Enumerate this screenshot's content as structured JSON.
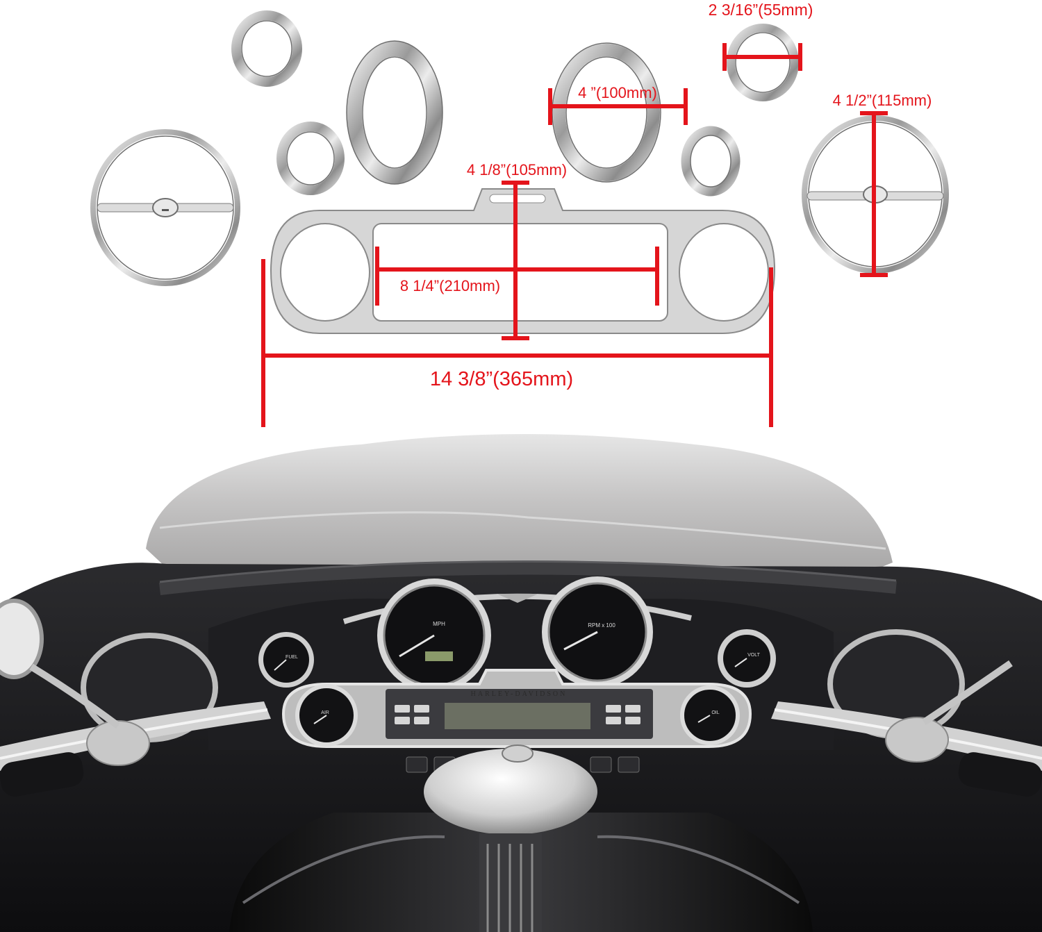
{
  "colors": {
    "dimension_red": "#e4141b",
    "chrome": "#c9c9c9",
    "fairing_dark": "#1c1c1e",
    "windshield": "#bdbcbc"
  },
  "dimensions": {
    "small_ring": "2 3/16”(55mm)",
    "medium_ring": "4 ”(100mm)",
    "speaker_ring": "4 1/2”(115mm)",
    "bezel_height": "4 1/8”(105mm)",
    "bezel_inner_width": "8 1/4”(210mm)",
    "bezel_total_width": "14 3/8”(365mm)"
  },
  "dashboard": {
    "brand": "HARLEY-DAVIDSON",
    "speedometer_unit": "MPH",
    "tachometer_unit": "RPM x 100",
    "fuel_label": "FUEL",
    "volt_label": "VOLT",
    "air_label": "AIR",
    "oil_label": "OIL"
  }
}
